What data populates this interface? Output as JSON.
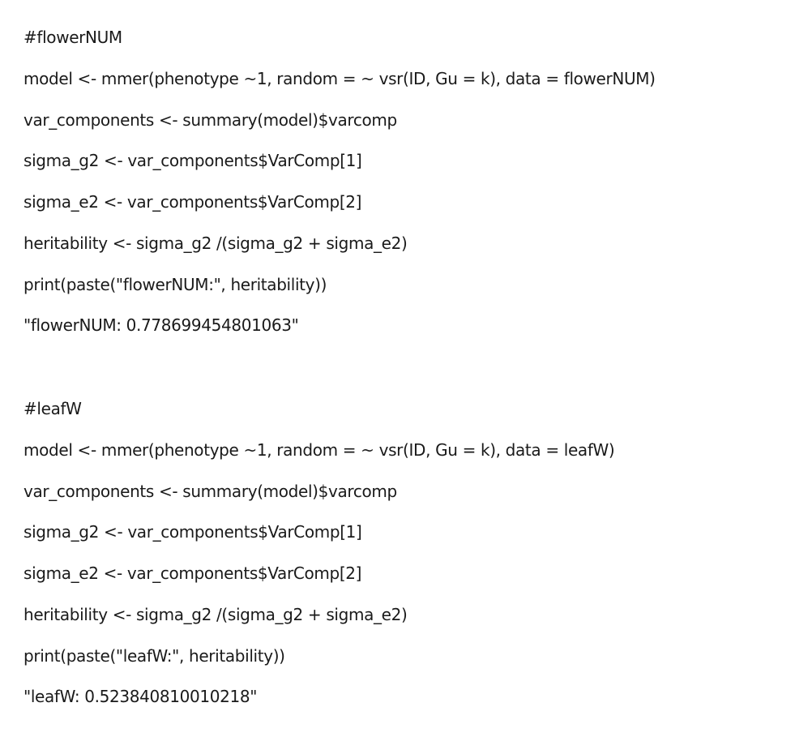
{
  "blocks": [
    {
      "lines": [
        "#flowerNUM",
        "model <- mmer(phenotype ~1,  random = ~ vsr(ID, Gu = k), data = flowerNUM)",
        "var_components <- summary(model)$varcomp",
        "sigma_g2 <- var_components$VarComp[1]",
        "sigma_e2 <- var_components$VarComp[2]",
        "heritability <- sigma_g2 /(sigma_g2 + sigma_e2)",
        "print(paste(\"flowerNUM:\", heritability))",
        "\"flowerNUM: 0.778699454801063\""
      ]
    },
    {
      "lines": [
        "#leafW",
        "model <- mmer(phenotype ~1,  random = ~ vsr(ID, Gu = k), data = leafW)",
        "var_components <- summary(model)$varcomp",
        "sigma_g2 <- var_components$VarComp[1]",
        "sigma_e2 <- var_components$VarComp[2]",
        "heritability <- sigma_g2 /(sigma_g2 + sigma_e2)",
        "print(paste(\"leafW:\", heritability))",
        "\"leafW: 0.523840810010218\""
      ]
    }
  ]
}
